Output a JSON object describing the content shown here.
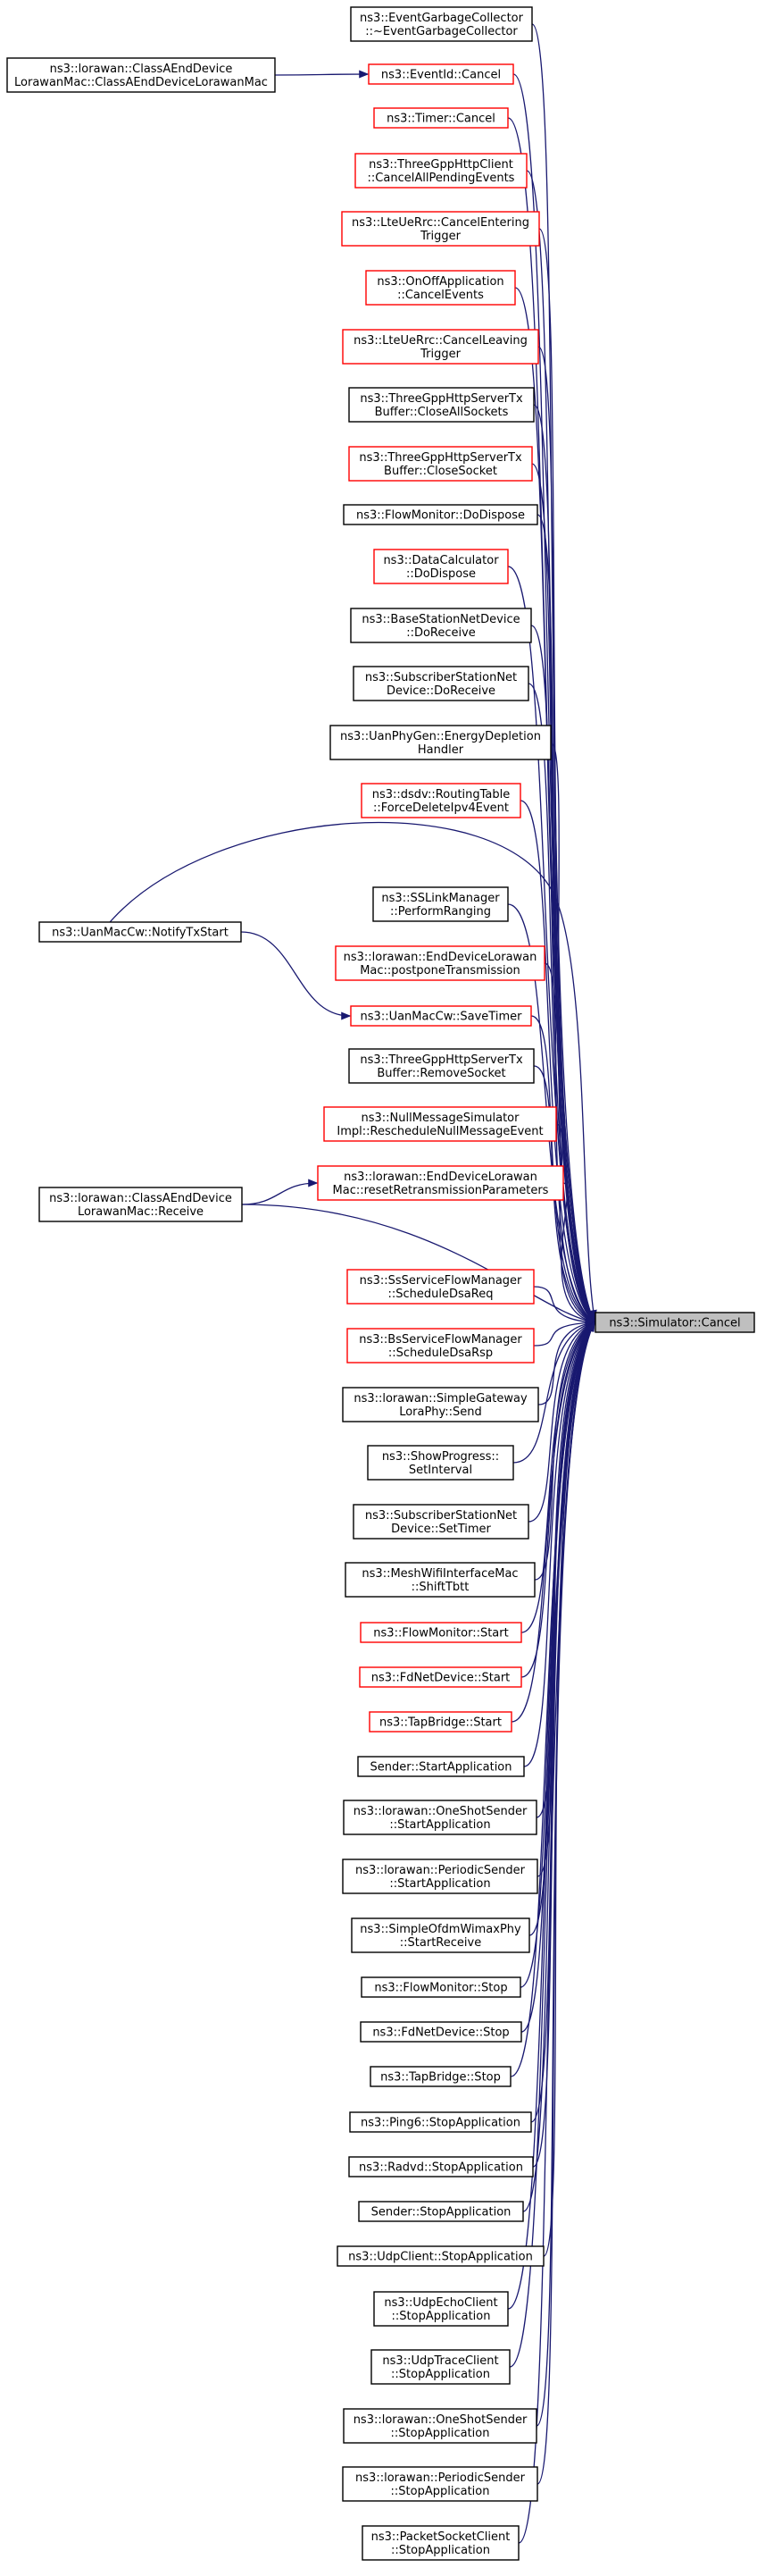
{
  "target": {
    "label": "ns3::Simulator::Cancel"
  },
  "nodes": [
    {
      "id": "n1",
      "lines": [
        "ns3::EventGarbageCollector",
        "::~EventGarbageCollector"
      ],
      "color": "black"
    },
    {
      "id": "n2",
      "lines": [
        "ns3::EventId::Cancel"
      ],
      "color": "red"
    },
    {
      "id": "n3",
      "lines": [
        "ns3::Timer::Cancel"
      ],
      "color": "red"
    },
    {
      "id": "n4",
      "lines": [
        "ns3::ThreeGppHttpClient",
        "::CancelAllPendingEvents"
      ],
      "color": "red"
    },
    {
      "id": "n5",
      "lines": [
        "ns3::LteUeRrc::CancelEntering",
        "Trigger"
      ],
      "color": "red"
    },
    {
      "id": "n6",
      "lines": [
        "ns3::OnOffApplication",
        "::CancelEvents"
      ],
      "color": "red"
    },
    {
      "id": "n7",
      "lines": [
        "ns3::LteUeRrc::CancelLeaving",
        "Trigger"
      ],
      "color": "red"
    },
    {
      "id": "n8",
      "lines": [
        "ns3::ThreeGppHttpServerTx",
        "Buffer::CloseAllSockets"
      ],
      "color": "black"
    },
    {
      "id": "n9",
      "lines": [
        "ns3::ThreeGppHttpServerTx",
        "Buffer::CloseSocket"
      ],
      "color": "red"
    },
    {
      "id": "n10",
      "lines": [
        "ns3::FlowMonitor::DoDispose"
      ],
      "color": "black"
    },
    {
      "id": "n11",
      "lines": [
        "ns3::DataCalculator",
        "::DoDispose"
      ],
      "color": "red"
    },
    {
      "id": "n12",
      "lines": [
        "ns3::BaseStationNetDevice",
        "::DoReceive"
      ],
      "color": "black"
    },
    {
      "id": "n13",
      "lines": [
        "ns3::SubscriberStationNet",
        "Device::DoReceive"
      ],
      "color": "black"
    },
    {
      "id": "n14",
      "lines": [
        "ns3::UanPhyGen::EnergyDepletion",
        "Handler"
      ],
      "color": "black"
    },
    {
      "id": "n15",
      "lines": [
        "ns3::dsdv::RoutingTable",
        "::ForceDeleteIpv4Event"
      ],
      "color": "red"
    },
    {
      "id": "n16",
      "lines": [
        "ns3::SSLinkManager",
        "::PerformRanging"
      ],
      "color": "black"
    },
    {
      "id": "n17",
      "lines": [
        "ns3::lorawan::EndDeviceLorawan",
        "Mac::postponeTransmission"
      ],
      "color": "red"
    },
    {
      "id": "n18",
      "lines": [
        "ns3::UanMacCw::SaveTimer"
      ],
      "color": "red"
    },
    {
      "id": "n19",
      "lines": [
        "ns3::ThreeGppHttpServerTx",
        "Buffer::RemoveSocket"
      ],
      "color": "black"
    },
    {
      "id": "n20",
      "lines": [
        "ns3::NullMessageSimulator",
        "Impl::RescheduleNullMessageEvent"
      ],
      "color": "red"
    },
    {
      "id": "n21",
      "lines": [
        "ns3::lorawan::EndDeviceLorawan",
        "Mac::resetRetransmissionParameters"
      ],
      "color": "red"
    },
    {
      "id": "n22",
      "lines": [
        "ns3::SsServiceFlowManager",
        "::ScheduleDsaReq"
      ],
      "color": "red"
    },
    {
      "id": "n23",
      "lines": [
        "ns3::BsServiceFlowManager",
        "::ScheduleDsaRsp"
      ],
      "color": "red"
    },
    {
      "id": "n24",
      "lines": [
        "ns3::lorawan::SimpleGateway",
        "LoraPhy::Send"
      ],
      "color": "black"
    },
    {
      "id": "n25",
      "lines": [
        "ns3::ShowProgress::",
        "SetInterval"
      ],
      "color": "black"
    },
    {
      "id": "n26",
      "lines": [
        "ns3::SubscriberStationNet",
        "Device::SetTimer"
      ],
      "color": "black"
    },
    {
      "id": "n27",
      "lines": [
        "ns3::MeshWifiInterfaceMac",
        "::ShiftTbtt"
      ],
      "color": "black"
    },
    {
      "id": "n28",
      "lines": [
        "ns3::FlowMonitor::Start"
      ],
      "color": "red"
    },
    {
      "id": "n29",
      "lines": [
        "ns3::FdNetDevice::Start"
      ],
      "color": "red"
    },
    {
      "id": "n30",
      "lines": [
        "ns3::TapBridge::Start"
      ],
      "color": "red"
    },
    {
      "id": "n31",
      "lines": [
        "Sender::StartApplication"
      ],
      "color": "black"
    },
    {
      "id": "n32",
      "lines": [
        "ns3::lorawan::OneShotSender",
        "::StartApplication"
      ],
      "color": "black"
    },
    {
      "id": "n33",
      "lines": [
        "ns3::lorawan::PeriodicSender",
        "::StartApplication"
      ],
      "color": "black"
    },
    {
      "id": "n34",
      "lines": [
        "ns3::SimpleOfdmWimaxPhy",
        "::StartReceive"
      ],
      "color": "black"
    },
    {
      "id": "n35",
      "lines": [
        "ns3::FlowMonitor::Stop"
      ],
      "color": "black"
    },
    {
      "id": "n36",
      "lines": [
        "ns3::FdNetDevice::Stop"
      ],
      "color": "black"
    },
    {
      "id": "n37",
      "lines": [
        "ns3::TapBridge::Stop"
      ],
      "color": "black"
    },
    {
      "id": "n38",
      "lines": [
        "ns3::Ping6::StopApplication"
      ],
      "color": "black"
    },
    {
      "id": "n39",
      "lines": [
        "ns3::Radvd::StopApplication"
      ],
      "color": "black"
    },
    {
      "id": "n40",
      "lines": [
        "Sender::StopApplication"
      ],
      "color": "black"
    },
    {
      "id": "n41",
      "lines": [
        "ns3::UdpClient::StopApplication"
      ],
      "color": "black"
    },
    {
      "id": "n42",
      "lines": [
        "ns3::UdpEchoClient",
        "::StopApplication"
      ],
      "color": "black"
    },
    {
      "id": "n43",
      "lines": [
        "ns3::UdpTraceClient",
        "::StopApplication"
      ],
      "color": "black"
    },
    {
      "id": "n44",
      "lines": [
        "ns3::lorawan::OneShotSender",
        "::StopApplication"
      ],
      "color": "black"
    },
    {
      "id": "n45",
      "lines": [
        "ns3::lorawan::PeriodicSender",
        "::StopApplication"
      ],
      "color": "black"
    },
    {
      "id": "n46",
      "lines": [
        "ns3::PacketSocketClient",
        "::StopApplication"
      ],
      "color": "black"
    },
    {
      "id": "c1",
      "lines": [
        "ns3::lorawan::ClassAEndDevice",
        "LorawanMac::ClassAEndDeviceLorawanMac"
      ],
      "color": "black"
    },
    {
      "id": "c2",
      "lines": [
        "ns3::UanMacCw::NotifyTxStart"
      ],
      "color": "black"
    },
    {
      "id": "c3",
      "lines": [
        "ns3::lorawan::ClassAEndDevice",
        "LorawanMac::Receive"
      ],
      "color": "black"
    }
  ],
  "edges": [
    {
      "from": "c1",
      "to": "n2"
    },
    {
      "from": "c2",
      "to": "target"
    },
    {
      "from": "c2",
      "to": "n18"
    },
    {
      "from": "c3",
      "to": "n21"
    },
    {
      "from": "c3",
      "to": "target"
    },
    {
      "from": "n1",
      "to": "target"
    },
    {
      "from": "n2",
      "to": "target"
    },
    {
      "from": "n3",
      "to": "target"
    },
    {
      "from": "n4",
      "to": "target"
    },
    {
      "from": "n5",
      "to": "target"
    },
    {
      "from": "n6",
      "to": "target"
    },
    {
      "from": "n7",
      "to": "target"
    },
    {
      "from": "n8",
      "to": "target"
    },
    {
      "from": "n9",
      "to": "target"
    },
    {
      "from": "n10",
      "to": "target"
    },
    {
      "from": "n11",
      "to": "target"
    },
    {
      "from": "n12",
      "to": "target"
    },
    {
      "from": "n13",
      "to": "target"
    },
    {
      "from": "n14",
      "to": "target"
    },
    {
      "from": "n15",
      "to": "target"
    },
    {
      "from": "n16",
      "to": "target"
    },
    {
      "from": "n17",
      "to": "target"
    },
    {
      "from": "n18",
      "to": "target"
    },
    {
      "from": "n19",
      "to": "target"
    },
    {
      "from": "n20",
      "to": "target"
    },
    {
      "from": "n21",
      "to": "target"
    },
    {
      "from": "n22",
      "to": "target"
    },
    {
      "from": "n23",
      "to": "target"
    },
    {
      "from": "n24",
      "to": "target"
    },
    {
      "from": "n25",
      "to": "target"
    },
    {
      "from": "n26",
      "to": "target"
    },
    {
      "from": "n27",
      "to": "target"
    },
    {
      "from": "n28",
      "to": "target"
    },
    {
      "from": "n29",
      "to": "target"
    },
    {
      "from": "n30",
      "to": "target"
    },
    {
      "from": "n31",
      "to": "target"
    },
    {
      "from": "n32",
      "to": "target"
    },
    {
      "from": "n33",
      "to": "target"
    },
    {
      "from": "n34",
      "to": "target"
    },
    {
      "from": "n35",
      "to": "target"
    },
    {
      "from": "n36",
      "to": "target"
    },
    {
      "from": "n37",
      "to": "target"
    },
    {
      "from": "n38",
      "to": "target"
    },
    {
      "from": "n39",
      "to": "target"
    },
    {
      "from": "n40",
      "to": "target"
    },
    {
      "from": "n41",
      "to": "target"
    },
    {
      "from": "n42",
      "to": "target"
    },
    {
      "from": "n43",
      "to": "target"
    },
    {
      "from": "n44",
      "to": "target"
    },
    {
      "from": "n45",
      "to": "target"
    },
    {
      "from": "n46",
      "to": "target"
    }
  ]
}
